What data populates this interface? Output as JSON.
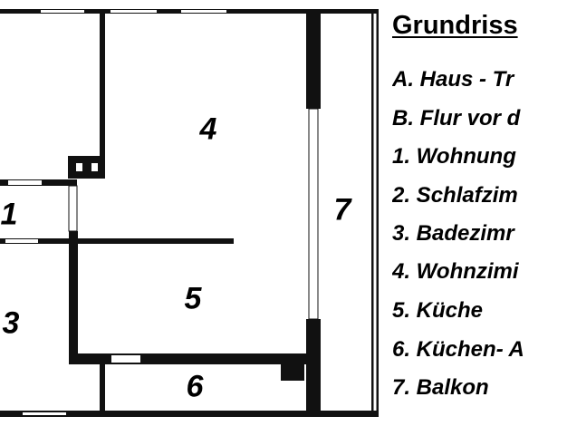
{
  "colors": {
    "wall": "#111111",
    "background": "#ffffff"
  },
  "rooms": {
    "r1": "1",
    "r3": "3",
    "r4": "4",
    "r5": "5",
    "r6": "6",
    "r7": "7"
  },
  "legend": {
    "title": "Grundriss",
    "items": [
      "A. Haus - Tr",
      "B. Flur vor d",
      "1. Wohnung",
      "2. Schlafzim",
      "3. Badezimr",
      "4. Wohnzimi",
      "5. Küche",
      "6. Küchen- A",
      "7. Balkon"
    ]
  }
}
